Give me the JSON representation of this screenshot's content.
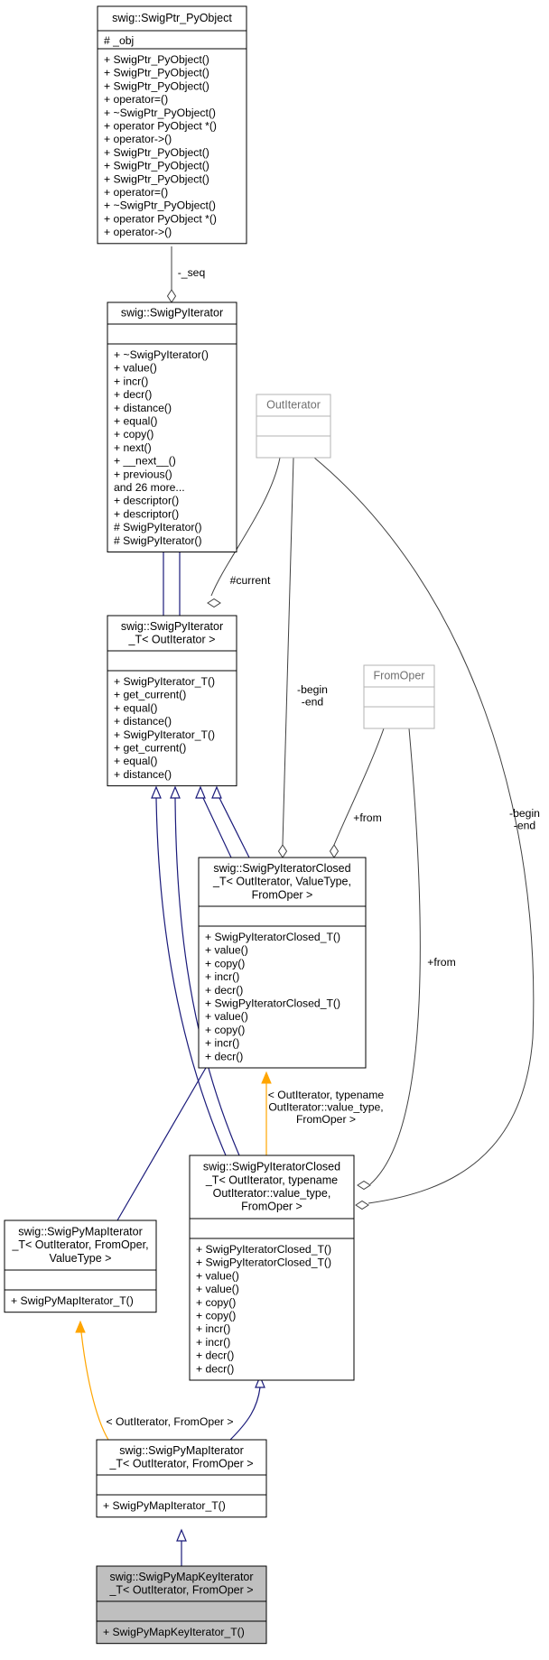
{
  "classes": [
    {
      "id": "swigptr",
      "title": [
        "swig::SwigPtr_PyObject"
      ],
      "attrs": [
        "# _obj"
      ],
      "methods": [
        "+ SwigPtr_PyObject()",
        "+ SwigPtr_PyObject()",
        "+ SwigPtr_PyObject()",
        "+ operator=()",
        "+ ~SwigPtr_PyObject()",
        "+ operator PyObject *()",
        "+ operator->()",
        "+ SwigPtr_PyObject()",
        "+ SwigPtr_PyObject()",
        "+ SwigPtr_PyObject()",
        "+ operator=()",
        "+ ~SwigPtr_PyObject()",
        "+ operator PyObject *()",
        "+ operator->()"
      ]
    },
    {
      "id": "swigpyiter",
      "title": [
        "swig::SwigPyIterator"
      ],
      "attrs": [],
      "methods": [
        "+ ~SwigPyIterator()",
        "+ value()",
        "+ incr()",
        "+ decr()",
        "+ distance()",
        "+ equal()",
        "+ copy()",
        "+ next()",
        "+ __next__()",
        "+ previous()",
        "and 26 more...",
        "+ descriptor()",
        "+ descriptor()",
        "# SwigPyIterator()",
        "# SwigPyIterator()"
      ]
    },
    {
      "id": "outiter",
      "title": [
        "OutIterator"
      ],
      "ghost": true,
      "attrs": [],
      "methods": []
    },
    {
      "id": "swigpyiter_t",
      "title": [
        "swig::SwigPyIterator",
        "_T< OutIterator >"
      ],
      "attrs": [],
      "methods": [
        "+ SwigPyIterator_T()",
        "+ get_current()",
        "+ equal()",
        "+ distance()",
        "+ SwigPyIterator_T()",
        "+ get_current()",
        "+ equal()",
        "+ distance()"
      ]
    },
    {
      "id": "fromoper",
      "title": [
        "FromOper"
      ],
      "ghost": true,
      "attrs": [],
      "methods": []
    },
    {
      "id": "closed_vt",
      "title": [
        "swig::SwigPyIteratorClosed",
        "_T< OutIterator, ValueType,",
        "FromOper >"
      ],
      "attrs": [],
      "methods": [
        "+ SwigPyIteratorClosed_T()",
        "+ value()",
        "+ copy()",
        "+ incr()",
        "+ decr()",
        "+ SwigPyIteratorClosed_T()",
        "+ value()",
        "+ copy()",
        "+ incr()",
        "+ decr()"
      ]
    },
    {
      "id": "closed_tn",
      "title": [
        "swig::SwigPyIteratorClosed",
        "_T< OutIterator, typename",
        "OutIterator::value_type,",
        "FromOper >"
      ],
      "attrs": [],
      "methods": [
        "+ SwigPyIteratorClosed_T()",
        "+ SwigPyIteratorClosed_T()",
        "+ value()",
        "+ value()",
        "+ copy()",
        "+ copy()",
        "+ incr()",
        "+ incr()",
        "+ decr()",
        "+ decr()"
      ]
    },
    {
      "id": "mapiter_vt",
      "title": [
        "swig::SwigPyMapIterator",
        "_T< OutIterator, FromOper,",
        "ValueType >"
      ],
      "attrs": [],
      "methods": [
        "+ SwigPyMapIterator_T()"
      ]
    },
    {
      "id": "mapiter",
      "title": [
        "swig::SwigPyMapIterator",
        "_T< OutIterator, FromOper >"
      ],
      "attrs": [],
      "methods": [
        "+ SwigPyMapIterator_T()"
      ]
    },
    {
      "id": "mapkeyiter",
      "title": [
        "swig::SwigPyMapKeyIterator",
        "_T< OutIterator, FromOper >"
      ],
      "highlight": true,
      "attrs": [],
      "methods": [
        "+ SwigPyMapKeyIterator_T()"
      ]
    }
  ],
  "edge_labels": [
    {
      "id": "seq",
      "lines": [
        "-_seq"
      ]
    },
    {
      "id": "current",
      "lines": [
        "#current"
      ]
    },
    {
      "id": "begin_end_1",
      "lines": [
        "-begin",
        "-end"
      ]
    },
    {
      "id": "begin_end_2",
      "lines": [
        "-begin",
        "-end"
      ]
    },
    {
      "id": "from_1",
      "lines": [
        "+from"
      ]
    },
    {
      "id": "from_2",
      "lines": [
        "+from"
      ]
    },
    {
      "id": "tpl_closed",
      "lines": [
        "< OutIterator, typename",
        "OutIterator::value_type,",
        "FromOper >"
      ]
    },
    {
      "id": "tpl_map",
      "lines": [
        "< OutIterator, FromOper >"
      ]
    }
  ],
  "colors": {
    "inheritance": "#1a1a7a",
    "template": "#ffa500",
    "usage": "#404040",
    "highlight": "#bfbfbf",
    "ghost": "#b3b3b3"
  }
}
